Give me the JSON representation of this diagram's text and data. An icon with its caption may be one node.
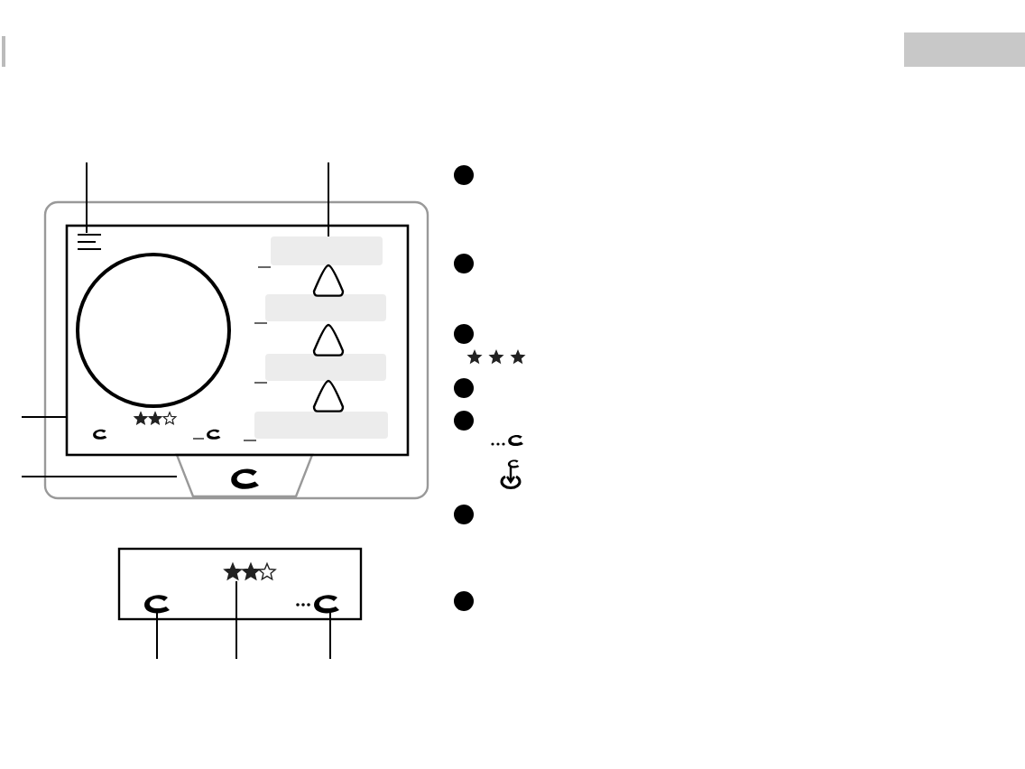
{
  "diagram": {
    "nodes": [
      {
        "text": [],
        "shape": "box"
      },
      {
        "text": [],
        "shape": "icon",
        "in": 0
      },
      {
        "text": [],
        "shape": "bar",
        "in": 0
      },
      {
        "text": [],
        "shape": "bar",
        "in": 0
      },
      {
        "text": [],
        "shape": "bar",
        "in": 0
      },
      {
        "text": [],
        "shape": "bar",
        "in": 0
      },
      {
        "text": [],
        "shape": "box"
      },
      {
        "text": [],
        "shape": "box"
      },
      {
        "text": [],
        "shape": "icon",
        "in": 7
      },
      {
        "text": [],
        "shape": "icon",
        "in": 7
      },
      {
        "text": [],
        "shape": "icon",
        "in": 7
      },
      {
        "text": [],
        "shape": "circle",
        "in": 0
      }
    ],
    "edges": [
      {
        "from": null,
        "to": 1,
        "arrow": "none"
      },
      {
        "from": null,
        "to": 2,
        "arrow": "none"
      },
      {
        "from": null,
        "to": 0,
        "arrow": "none"
      },
      {
        "from": null,
        "to": 6,
        "arrow": "none"
      },
      {
        "from": 8,
        "to": null,
        "arrow": "none"
      },
      {
        "from": 9,
        "to": null,
        "arrow": "none"
      },
      {
        "from": 10,
        "to": null,
        "arrow": "none"
      }
    ]
  }
}
